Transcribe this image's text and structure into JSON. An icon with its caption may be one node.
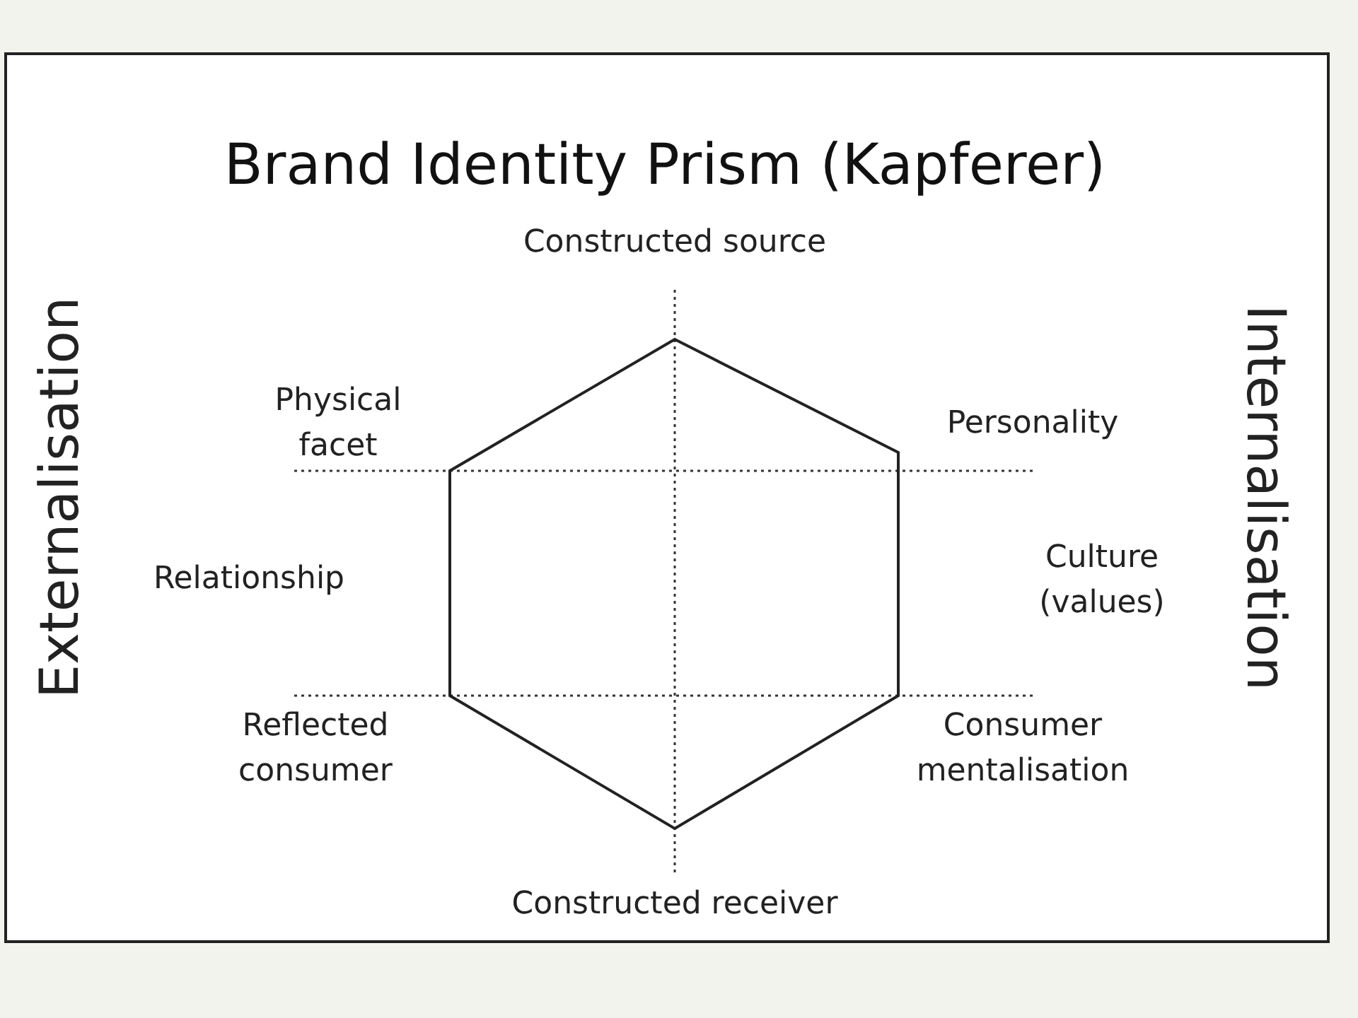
{
  "diagram": {
    "title": "Brand Identity Prism (Kapferer)",
    "labels": [
      "Constructed source",
      "Physical facet",
      "Personality",
      "Externalisation",
      "Relationship",
      "Culture (values)",
      "Internalisation",
      "Reflected consumer",
      "Consumer mentalisation",
      "Constructed receiver"
    ]
  }
}
